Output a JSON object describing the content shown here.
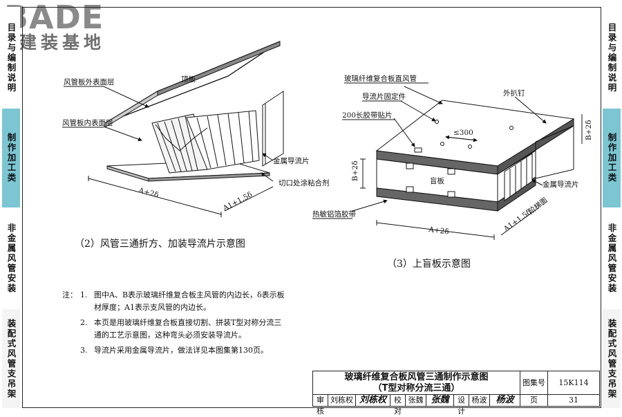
{
  "logo": {
    "brand": "BADE",
    "sub": "建装基地"
  },
  "sidebar_left": [
    {
      "label": "目录与编制说明",
      "state": "plain"
    },
    {
      "label": "制作加工类",
      "state": "active"
    },
    {
      "label": "非金属风管安装",
      "state": "plain"
    },
    {
      "label": "装配式风管支吊架",
      "state": "gray"
    }
  ],
  "sidebar_right": [
    {
      "label": "目录与编制说明",
      "state": "plain"
    },
    {
      "label": "制作加工类",
      "state": "active"
    },
    {
      "label": "非金属风管安装",
      "state": "plain"
    },
    {
      "label": "装配式风管支吊架",
      "state": "gray"
    }
  ],
  "figure2": {
    "caption": "（2）风管三通折方、加装导流片示意图",
    "labels": {
      "outer_surface": "风管板外表面层",
      "inner_surface": "风管板内表面层",
      "top_plate": "顶板",
      "metal_vane": "金属导流片",
      "glue": "切口处涂粘合剂",
      "dim_a": "A+2δ",
      "dim_a1": "A1+1.5δ"
    }
  },
  "figure3": {
    "caption": "（3）上盲板示意图",
    "labels": {
      "main_duct": "玻璃纤维复合板直风管",
      "vane_fixer": "导流片固定件",
      "glue_strip": "200长胶带贴片",
      "outer_nail": "外扒钉",
      "spacing": "≤300",
      "dim_b": "B+2δ",
      "dim_b_right": "B+2δ",
      "blind": "盲板",
      "tape": "热敏铝箔胶带",
      "vane": "金属导流片",
      "step": "阶梯面",
      "dim_a": "A+2δ",
      "dim_a1": "A1+1.5δ"
    }
  },
  "notes": {
    "prefix": "注：",
    "items": [
      {
        "num": "1.",
        "lines": [
          "图中A、B表示玻璃纤维复合板主风管的内边长，δ表示板",
          "材厚度；A1表示支风管的内边长。"
        ]
      },
      {
        "num": "2.",
        "lines": [
          "本页是用玻璃纤维复合板直接切割、拼装T型对称分流三",
          "通的工艺示意图，这种弯头必须安装导流片。"
        ]
      },
      {
        "num": "3.",
        "lines": [
          "导流片采用金属导流片，做法详见本图集第130页。"
        ]
      }
    ]
  },
  "titleblock": {
    "title_line1": "玻璃纤维复合板风管三通制作示意图",
    "title_line2": "（T型对称分流三通）",
    "atlas_label": "图集号",
    "atlas_no": "15K114",
    "review_label": "审核",
    "reviewer": "刘栋权",
    "reviewer_sign": "刘栋权",
    "check_label": "校对",
    "checker": "张魏",
    "checker_sign": "张魏",
    "design_label": "设计",
    "designer": "杨波",
    "designer_sign": "杨波",
    "page_label": "页",
    "page_no": "31"
  }
}
